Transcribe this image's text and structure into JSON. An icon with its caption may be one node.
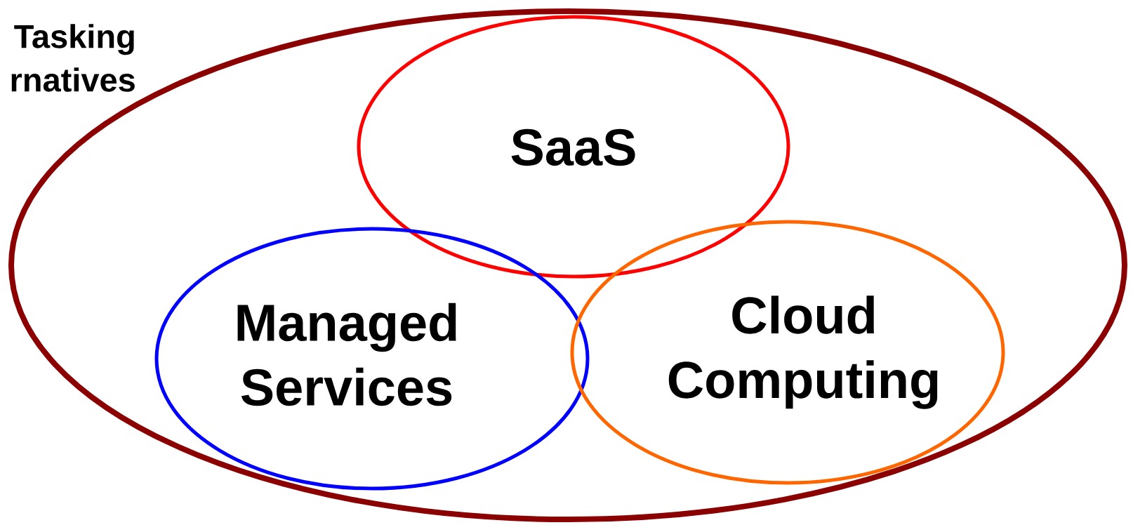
{
  "diagram": {
    "nodes": [
      {
        "text": [
          "Tasking rnatives"
        ]
      },
      {
        "text": [
          "SaaS"
        ]
      },
      {
        "text": [
          "Managed Services"
        ]
      },
      {
        "text": [
          "Cloud Computing"
        ]
      }
    ]
  }
}
